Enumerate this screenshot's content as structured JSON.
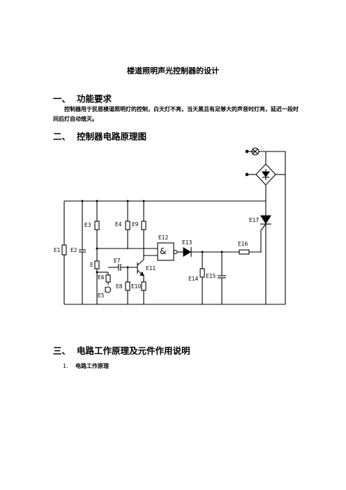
{
  "document": {
    "title": "楼道照明声光控制器的设计",
    "sections": [
      {
        "num": "一、",
        "heading": "功能要求"
      },
      {
        "num": "二、",
        "heading": "控制器电路原理图"
      },
      {
        "num": "三、",
        "heading": "电路工作原理及元件作用说明"
      }
    ],
    "paragraph": "控制器用于民居楼道照明灯的控制，白天灯不亮，当天黑且有足够大的声音时灯亮，延迟一段时间后灯自动熄灭。",
    "subsection": {
      "num": "1.",
      "heading": "电路工作原理"
    }
  },
  "circuit": {
    "labels": {
      "e1": "E1",
      "e2": "E2",
      "e3": "E3",
      "e4": "E4",
      "e5": "E5",
      "e6": "E6",
      "e7": "E7",
      "e8": "E8",
      "e9": "E9",
      "e10": "E10",
      "e11": "E11",
      "e12": "E12",
      "e13": "E13",
      "e14": "E14",
      "e15": "E15",
      "e16": "E16",
      "e17": "E17",
      "e_mid": "E",
      "gate_symbol": "&"
    }
  }
}
